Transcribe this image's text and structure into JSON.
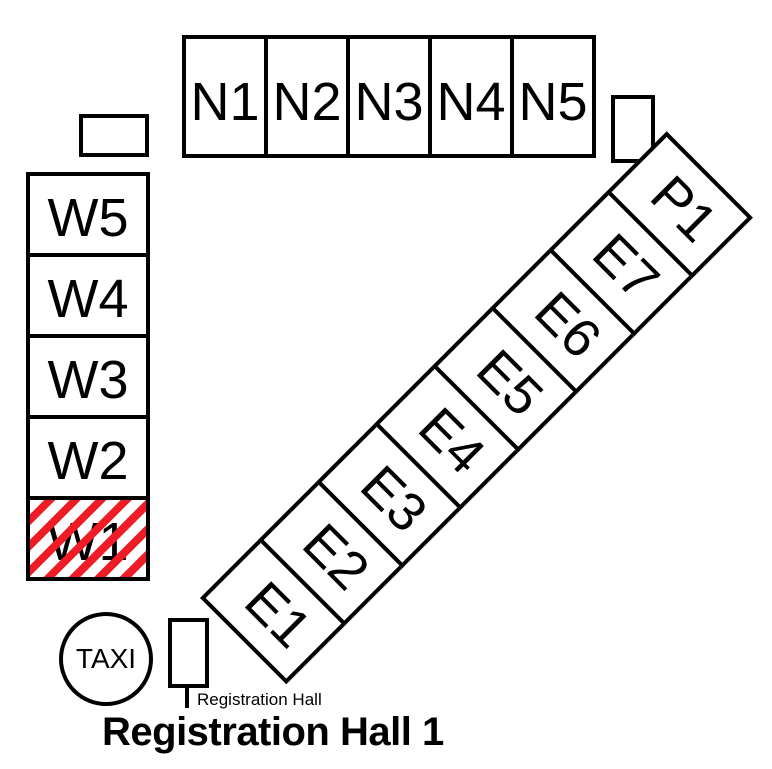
{
  "palette": {
    "line_color": "#000000",
    "background": "#ffffff",
    "highlight_hatch_red": "#ee1c25"
  },
  "north_row": {
    "stalls": [
      "N1",
      "N2",
      "N3",
      "N4",
      "N5"
    ]
  },
  "west_column": {
    "stalls": [
      "W5",
      "W4",
      "W3",
      "W2",
      "W1"
    ],
    "highlighted_stall": "W1"
  },
  "east_row": {
    "stalls": [
      "E1",
      "E2",
      "E3",
      "E4",
      "E5",
      "E6",
      "E7",
      "P1"
    ]
  },
  "taxi": {
    "label": "TAXI"
  },
  "registration_hall": {
    "marker_label": "Registration Hall",
    "title": "Registration Hall 1"
  }
}
